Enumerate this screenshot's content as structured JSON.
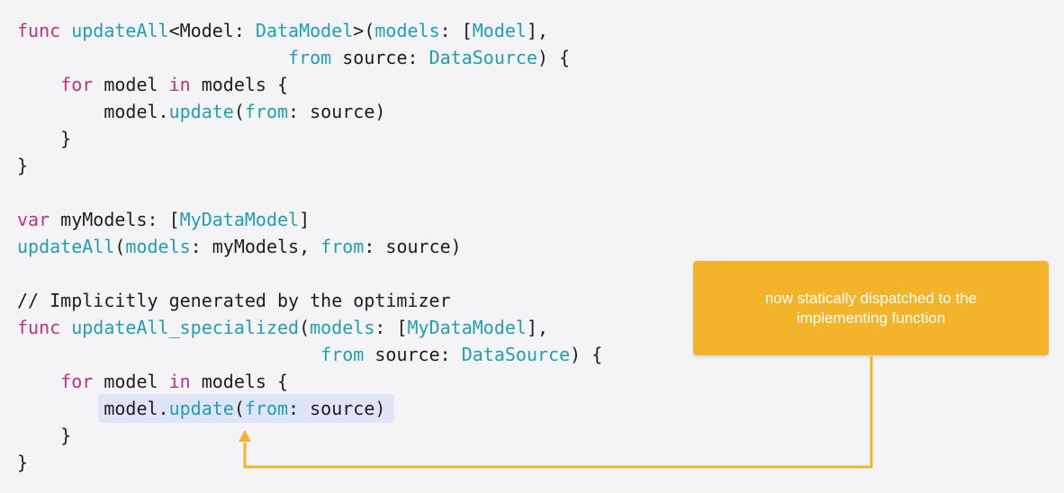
{
  "code": {
    "lines": [
      [
        {
          "t": "func",
          "c": "kw"
        },
        {
          "t": " ",
          "c": "plain"
        },
        {
          "t": "updateAll",
          "c": "fn"
        },
        {
          "t": "<Model: ",
          "c": "plain"
        },
        {
          "t": "DataModel",
          "c": "fn"
        },
        {
          "t": ">(",
          "c": "plain"
        },
        {
          "t": "models",
          "c": "fn"
        },
        {
          "t": ": [",
          "c": "plain"
        },
        {
          "t": "Model",
          "c": "fn"
        },
        {
          "t": "],",
          "c": "plain"
        }
      ],
      [
        {
          "t": "                         ",
          "c": "plain"
        },
        {
          "t": "from",
          "c": "fn"
        },
        {
          "t": " source: ",
          "c": "plain"
        },
        {
          "t": "DataSource",
          "c": "fn"
        },
        {
          "t": ") {",
          "c": "plain"
        }
      ],
      [
        {
          "t": "    ",
          "c": "plain"
        },
        {
          "t": "for",
          "c": "kw"
        },
        {
          "t": " model ",
          "c": "plain"
        },
        {
          "t": "in",
          "c": "kw"
        },
        {
          "t": " models {",
          "c": "plain"
        }
      ],
      [
        {
          "t": "        model.",
          "c": "plain"
        },
        {
          "t": "update",
          "c": "fn"
        },
        {
          "t": "(",
          "c": "plain"
        },
        {
          "t": "from",
          "c": "fn"
        },
        {
          "t": ": source)",
          "c": "plain"
        }
      ],
      [
        {
          "t": "    }",
          "c": "plain"
        }
      ],
      [
        {
          "t": "}",
          "c": "plain"
        }
      ],
      [
        {
          "t": "",
          "c": "plain"
        }
      ],
      [
        {
          "t": "var",
          "c": "kw"
        },
        {
          "t": " myModels: [",
          "c": "plain"
        },
        {
          "t": "MyDataModel",
          "c": "fn"
        },
        {
          "t": "]",
          "c": "plain"
        }
      ],
      [
        {
          "t": "updateAll",
          "c": "fn"
        },
        {
          "t": "(",
          "c": "plain"
        },
        {
          "t": "models",
          "c": "fn"
        },
        {
          "t": ": myModels, ",
          "c": "plain"
        },
        {
          "t": "from",
          "c": "fn"
        },
        {
          "t": ": source)",
          "c": "plain"
        }
      ],
      [
        {
          "t": "",
          "c": "plain"
        }
      ],
      [
        {
          "t": "// Implicitly generated by the optimizer",
          "c": "comment"
        }
      ],
      [
        {
          "t": "func",
          "c": "kw"
        },
        {
          "t": " ",
          "c": "plain"
        },
        {
          "t": "updateAll_specialized",
          "c": "fn"
        },
        {
          "t": "(",
          "c": "plain"
        },
        {
          "t": "models",
          "c": "fn"
        },
        {
          "t": ": [",
          "c": "plain"
        },
        {
          "t": "MyDataModel",
          "c": "fn"
        },
        {
          "t": "],",
          "c": "plain"
        }
      ],
      [
        {
          "t": "                            ",
          "c": "plain"
        },
        {
          "t": "from",
          "c": "fn"
        },
        {
          "t": " source: ",
          "c": "plain"
        },
        {
          "t": "DataSource",
          "c": "fn"
        },
        {
          "t": ") {",
          "c": "plain"
        }
      ],
      [
        {
          "t": "    ",
          "c": "plain"
        },
        {
          "t": "for",
          "c": "kw"
        },
        {
          "t": " model ",
          "c": "plain"
        },
        {
          "t": "in",
          "c": "kw"
        },
        {
          "t": " models {",
          "c": "plain"
        }
      ],
      [
        {
          "t": "        model.",
          "c": "plain"
        },
        {
          "t": "update",
          "c": "fn"
        },
        {
          "t": "(",
          "c": "plain"
        },
        {
          "t": "from",
          "c": "fn"
        },
        {
          "t": ": source)",
          "c": "plain"
        }
      ],
      [
        {
          "t": "    }",
          "c": "plain"
        }
      ],
      [
        {
          "t": "}",
          "c": "plain"
        }
      ]
    ]
  },
  "callout": {
    "text": "now statically dispatched to the implementing function"
  },
  "colors": {
    "keyword": "#c0317f",
    "identifier": "#1f9fb1",
    "text": "#1d1d1f",
    "callout": "#f3b32a",
    "highlight": "#dfe4f7"
  }
}
